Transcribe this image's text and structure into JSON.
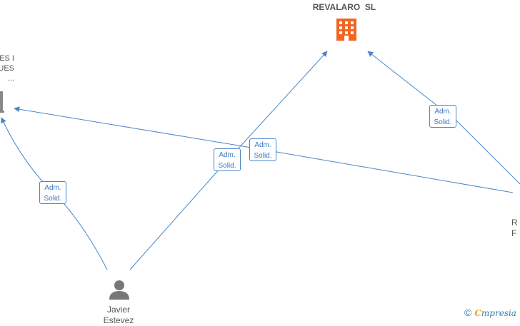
{
  "company": {
    "name": "REVALARO  SL",
    "icon": "building-icon",
    "color": "#f26522"
  },
  "left_node": {
    "lines": [
      "ES I",
      "UES",
      "..."
    ],
    "icon": "building-icon"
  },
  "right_node": {
    "lines": [
      "R",
      "F"
    ]
  },
  "person": {
    "name_lines": [
      "Javier",
      "Estevez"
    ],
    "icon": "person-icon",
    "color": "#777777"
  },
  "edges": [
    {
      "label_line1": "Adm.",
      "label_line2": "Solid."
    },
    {
      "label_line1": "Adm.",
      "label_line2": "Solid."
    },
    {
      "label_line1": "Adm.",
      "label_line2": "Solid."
    },
    {
      "label_line1": "Adm.",
      "label_line2": "Solid."
    }
  ],
  "edge_color": "#4a86c8",
  "watermark": {
    "symbol": "©",
    "brand_first": "C",
    "brand_rest": "mpresia"
  }
}
